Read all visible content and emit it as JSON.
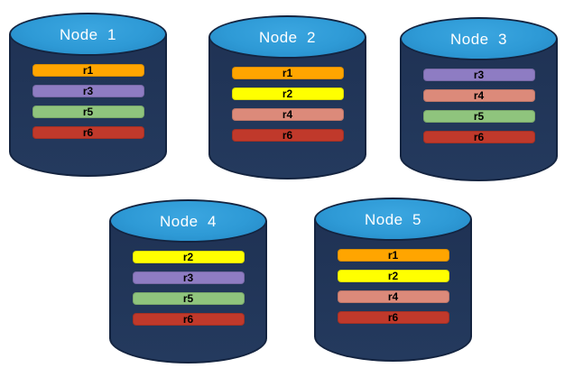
{
  "palette": {
    "cylinder_body": "#1F3254",
    "cylinder_outline": "#142440",
    "cylinder_top": "#2E9AD6",
    "node_label_color": "#FFFFFF",
    "bar_label_color": "#000000",
    "replica_colors": {
      "r1": "#FFA500",
      "r2": "#FFFF00",
      "r3": "#8E7CC3",
      "r4": "#DC8A7A",
      "r5": "#8FC47D",
      "r6": "#C0392B"
    }
  },
  "nodes": [
    {
      "label": "Node  1",
      "replicas": [
        {
          "id": "r1",
          "color": "#FFA500"
        },
        {
          "id": "r3",
          "color": "#8E7CC3"
        },
        {
          "id": "r5",
          "color": "#8FC47D"
        },
        {
          "id": "r6",
          "color": "#C0392B"
        }
      ]
    },
    {
      "label": "Node  2",
      "replicas": [
        {
          "id": "r1",
          "color": "#FFA500"
        },
        {
          "id": "r2",
          "color": "#FFFF00"
        },
        {
          "id": "r4",
          "color": "#DC8A7A"
        },
        {
          "id": "r6",
          "color": "#C0392B"
        }
      ]
    },
    {
      "label": "Node  3",
      "replicas": [
        {
          "id": "r3",
          "color": "#8E7CC3"
        },
        {
          "id": "r4",
          "color": "#DC8A7A"
        },
        {
          "id": "r5",
          "color": "#8FC47D"
        },
        {
          "id": "r6",
          "color": "#C0392B"
        }
      ]
    },
    {
      "label": "Node  4",
      "replicas": [
        {
          "id": "r2",
          "color": "#FFFF00"
        },
        {
          "id": "r3",
          "color": "#8E7CC3"
        },
        {
          "id": "r5",
          "color": "#8FC47D"
        },
        {
          "id": "r6",
          "color": "#C0392B"
        }
      ]
    },
    {
      "label": "Node  5",
      "replicas": [
        {
          "id": "r1",
          "color": "#FFA500"
        },
        {
          "id": "r2",
          "color": "#FFFF00"
        },
        {
          "id": "r4",
          "color": "#DC8A7A"
        },
        {
          "id": "r6",
          "color": "#C0392B"
        }
      ]
    }
  ]
}
